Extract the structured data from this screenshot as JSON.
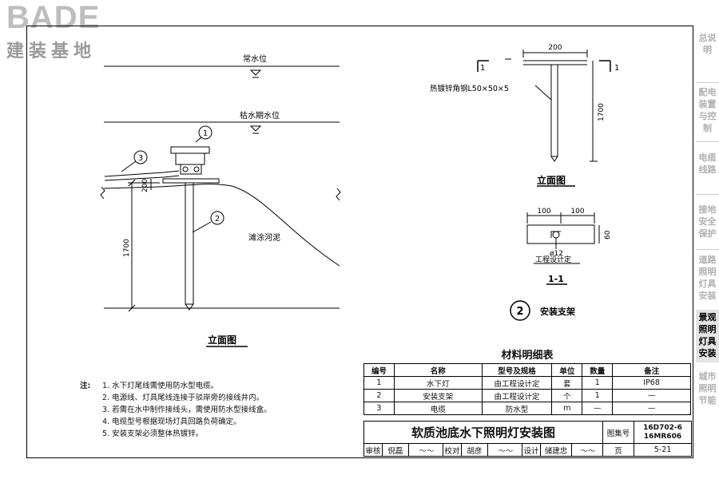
{
  "logo": {
    "name": "BADE",
    "subtitle": "建装基地"
  },
  "sidebar": {
    "items": [
      {
        "label": "总说明"
      },
      {
        "label": "配电装置与控制"
      },
      {
        "label": "电缆线路"
      },
      {
        "label": "接地安全保护"
      },
      {
        "label": "道路照明灯具安装"
      },
      {
        "label": "景观照明灯具安装"
      },
      {
        "label": "城市照明节能"
      }
    ],
    "active_index": 5
  },
  "drawing": {
    "left_view": {
      "water_level_normal": "常水位",
      "water_level_dry": "枯水期水位",
      "callout_1": "1",
      "callout_2": "2",
      "callout_3": "3",
      "dim_200": "200",
      "dim_1700": "1700",
      "mud_label": "滩涂河泥",
      "caption": "立面图"
    },
    "right_view": {
      "section_mark_left": "1",
      "section_mark_right": "1",
      "dim_200": "200",
      "dim_1700": "1700",
      "angle_steel_label": "热镀锌角钢L50×50×5",
      "caption": "立面图"
    },
    "section_view": {
      "dim_100_left": "100",
      "dim_100_right": "100",
      "dim_60": "60",
      "hole_label": "ø12",
      "design_label": "工程设计定",
      "caption": "1-1"
    },
    "install_bracket": {
      "number": "2",
      "label": "安装支架"
    }
  },
  "notes": {
    "label": "注:",
    "items": [
      "1. 水下灯尾线需使用防水型电缆。",
      "2. 电源线、灯具尾线连接于驳岸旁的接线井内。",
      "3. 若需在水中制作接线头，需使用防水型接线盒。",
      "4. 电缆型号根据现场灯具回路负荷确定。",
      "5. 安装支架必须整体热镀锌。"
    ]
  },
  "material_table": {
    "title": "材料明细表",
    "headers": [
      "编号",
      "名称",
      "型号及规格",
      "单位",
      "数量",
      "备注"
    ],
    "rows": [
      [
        "1",
        "水下灯",
        "由工程设计定",
        "套",
        "1",
        "IP68"
      ],
      [
        "2",
        "安装支架",
        "由工程设计定",
        "个",
        "1",
        "—"
      ],
      [
        "3",
        "电缆",
        "防水型",
        "m",
        "—",
        "—"
      ]
    ]
  },
  "title_block": {
    "drawing_title": "软质池底水下照明灯安装图",
    "atlas_label": "图集号",
    "atlas_number_1": "16D702-6",
    "atlas_number_2": "16MR606",
    "review_label": "审核",
    "reviewer": "倪磊",
    "check_label": "校对",
    "checker": "胡彦",
    "design_label": "设计",
    "designer": "储建忠",
    "page_label": "页",
    "page_number": "5-21"
  }
}
